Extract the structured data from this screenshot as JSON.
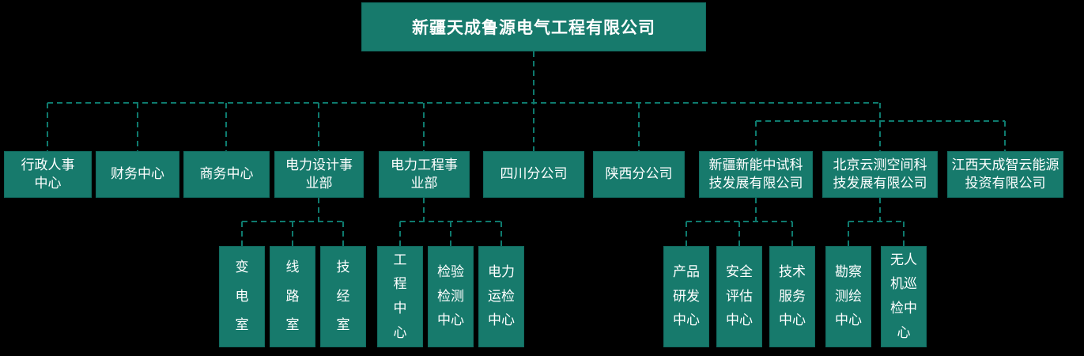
{
  "colors": {
    "background": "#000000",
    "box_fill": "#177a6c",
    "box_border": "#116b60",
    "connector": "#0e7a6e",
    "text": "#ffffff"
  },
  "org": {
    "root": {
      "name": "新疆天成鲁源电气工程有限公司"
    },
    "departments": [
      {
        "name": "行政人事中心",
        "display": "行政人事\n中心"
      },
      {
        "name": "财务中心",
        "display": "财务中心"
      },
      {
        "name": "商务中心",
        "display": "商务中心"
      },
      {
        "name": "电力设计事业部",
        "display": "电力设计事\n业部"
      },
      {
        "name": "电力工程事业部",
        "display": "电力工程事\n业部"
      },
      {
        "name": "四川分公司",
        "display": "四川分公司"
      },
      {
        "name": "陕西分公司",
        "display": "陕西分公司"
      },
      {
        "name": "新疆新能中试科技发展有限公司",
        "display": "新疆新能中试科\n技发展有限公司"
      },
      {
        "name": "北京云测空间科技发展有限公司",
        "display": "北京云测空间科\n技发展有限公司"
      },
      {
        "name": "江西天成智云能源投资有限公司",
        "display": "江西天成智云能源\n投资有限公司"
      }
    ],
    "units": {
      "power_design": {
        "parent": "电力设计事业部",
        "items": [
          {
            "name": "变电室",
            "display": "变\n电\n室"
          },
          {
            "name": "线路室",
            "display": "线\n路\n室"
          },
          {
            "name": "技经室",
            "display": "技\n经\n室"
          }
        ]
      },
      "power_engineering": {
        "parent": "电力工程事业部",
        "items": [
          {
            "name": "工程中心",
            "display": "工\n程\n中\n心"
          },
          {
            "name": "检验检测中心",
            "display": "检验\n检测\n中心"
          },
          {
            "name": "电力运检中心",
            "display": "电力\n运检\n中心"
          }
        ]
      },
      "xinjiang_zhongshi": {
        "parent": "新疆新能中试科技发展有限公司",
        "items": [
          {
            "name": "产品研发中心",
            "display": "产品\n研发\n中心"
          },
          {
            "name": "安全评估中心",
            "display": "安全\n评估\n中心"
          },
          {
            "name": "技术服务中心",
            "display": "技术\n服务\n中心"
          }
        ]
      },
      "beijing_yunce": {
        "parent": "北京云测空间科技发展有限公司",
        "items": [
          {
            "name": "勘察测绘中心",
            "display": "勘察\n测绘\n中心"
          },
          {
            "name": "无人机巡检中心",
            "display": "无人\n机巡\n检中\n心"
          }
        ]
      }
    }
  }
}
